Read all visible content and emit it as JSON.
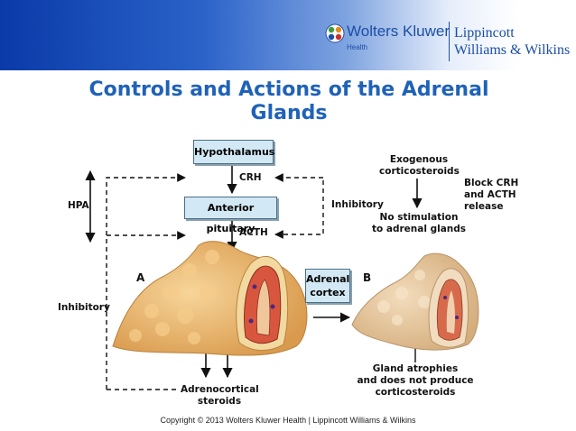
{
  "header": {
    "brand_name": "Wolters Kluwer",
    "brand_sub": "Health",
    "imprint_line1": "Lippincott",
    "imprint_line2": "Williams & Wilkins",
    "band_color_dark": "#0a3aa8",
    "logo_color": "#1c4ea5"
  },
  "title": {
    "line1": "Controls and Actions of the Adrenal",
    "line2": "Glands",
    "color": "#1f62b8"
  },
  "diagram": {
    "boxes": {
      "hypothalamus": "Hypothalamus",
      "anterior_pituitary": "Anterior pituitary",
      "adrenal_cortex_line1": "Adrenal",
      "adrenal_cortex_line2": "cortex"
    },
    "labels": {
      "crh": "CRH",
      "acth": "ACTH",
      "hpa": "HPA",
      "inhibitory_left": "Inhibitory",
      "inhibitory_right": "Inhibitory",
      "panel_a": "A",
      "panel_b": "B",
      "adrenocortical_line1": "Adrenocortical",
      "adrenocortical_line2": "steroids",
      "exogenous_line1": "Exogenous",
      "exogenous_line2": "corticosteroids",
      "block_line1": "Block CRH",
      "block_line2": "and ACTH",
      "block_line3": "release",
      "no_stim_line1": "No stimulation",
      "no_stim_line2": "to adrenal glands",
      "atrophy_line1": "Gland atrophies",
      "atrophy_line2": "and does not produce",
      "atrophy_line3": "corticosteroids"
    },
    "colors": {
      "box_fill": "#d2e8f4",
      "gland_outer": "#eebd73",
      "gland_inner": "#d9563e",
      "atrophied_outer": "#e6c7a2"
    }
  },
  "footer": {
    "copyright": "Copyright © 2013 Wolters Kluwer Health | Lippincott Williams & Wilkins"
  }
}
